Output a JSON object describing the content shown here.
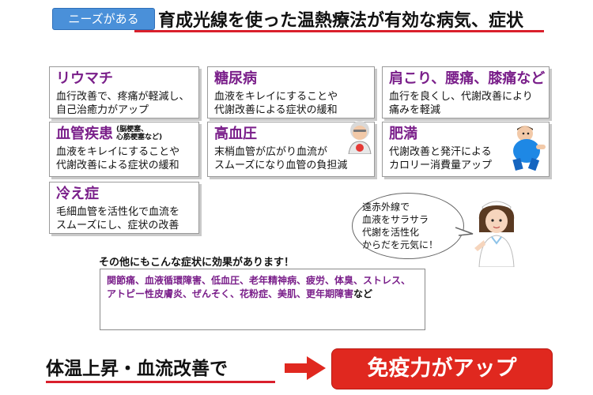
{
  "header": {
    "tag": "ニーズがある",
    "title": "育成光線を使った温熱療法が有効な病気、症状"
  },
  "cards": {
    "rheumatism": {
      "title": "リウマチ",
      "body": "血行改善で、疼痛が軽減し、\n自己治癒力がアップ"
    },
    "diabetes": {
      "title": "糖尿病",
      "body": "血液をキレイにすることや\n代謝改善による症状の緩和"
    },
    "stiffness": {
      "title": "肩こり、腰痛、膝痛など",
      "body": "血行を良くし、代謝改善により\n痛みを軽減"
    },
    "vascular": {
      "title": "血管疾患",
      "note": "(脳梗塞、\n心筋梗塞など)",
      "body": "血液をキレイにすることや\n代謝改善による症状の緩和"
    },
    "hypertension": {
      "title": "高血圧",
      "body": "末梢血管が広がり血流が\nスムーズになり血管の負担減"
    },
    "obesity": {
      "title": "肥満",
      "body": "代謝改善と発汗による\nカロリー消費量アップ"
    },
    "cold": {
      "title": "冷え症",
      "body": "毛細血管を活性化で血流を\nスムーズにし、症状の改善"
    }
  },
  "bubble": {
    "text": "遠赤外線で\n血液をサラサラ\n代謝を活性化\nからだを元気に！"
  },
  "others": {
    "heading": "その他にもこんな症状に効果があります！",
    "list": "関節痛、血液循環障害、低血圧、老年精神病、疲労、体臭、ストレス、アトピー性皮膚炎、ぜんそく、花粉症、美肌、更年期障害",
    "tail": "など"
  },
  "bottom": {
    "left": "体温上昇・血流改善で",
    "result": "免疫力がアップ"
  },
  "colors": {
    "accent_red": "#d9202c",
    "heading_purple": "#7a1f8a",
    "tag_blue": "#4a90d9"
  }
}
